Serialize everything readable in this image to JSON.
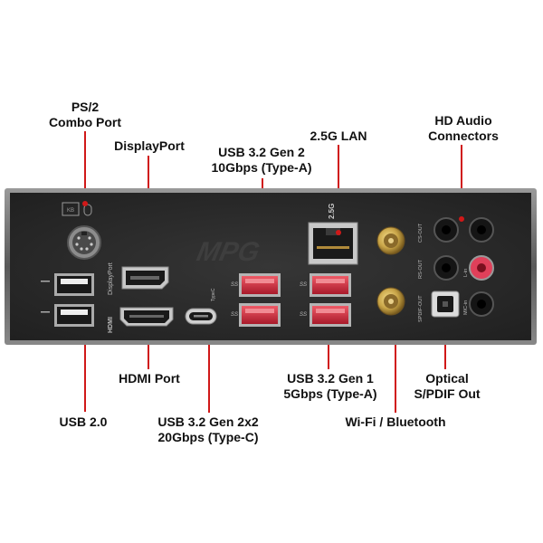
{
  "labels": {
    "ps2": [
      "PS/2",
      "Combo Port"
    ],
    "displayport": "DisplayPort",
    "usb_gen2": [
      "USB 3.2 Gen 2",
      "10Gbps (Type-A)"
    ],
    "lan": "2.5G LAN",
    "hd_audio": [
      "HD Audio",
      "Connectors"
    ],
    "hdmi": "HDMI Port",
    "usb_gen1": [
      "USB 3.2 Gen 1",
      "5Gbps (Type-A)"
    ],
    "optical": [
      "Optical",
      "S/PDIF Out"
    ],
    "usb20": "USB 2.0",
    "usb_gen2x2": [
      "USB 3.2 Gen 2x2",
      "20Gbps (Type-C)"
    ],
    "wifi": "Wi-Fi / Bluetooth"
  },
  "panel_markings": {
    "logo": "MPG",
    "displayport": "DisplayPort",
    "hdmi": "HDMI",
    "typec": "TypeC",
    "ss": "SS",
    "lan_speed": "2.5G",
    "cs_out": "CS-OUT",
    "rs_out": "RS-OUT",
    "spdif_out": "SPDIF-OUT",
    "line_in": "L-in",
    "mic_in": "MIC-in",
    "kb": "KB"
  },
  "colors": {
    "leader": "#d01818",
    "panel": "#2e2e2e",
    "usb_gen2_red": "#c8283a",
    "usb_gen1_red": "#e33848",
    "audio_pink": "#e0405a",
    "gold": "#c9a548"
  }
}
